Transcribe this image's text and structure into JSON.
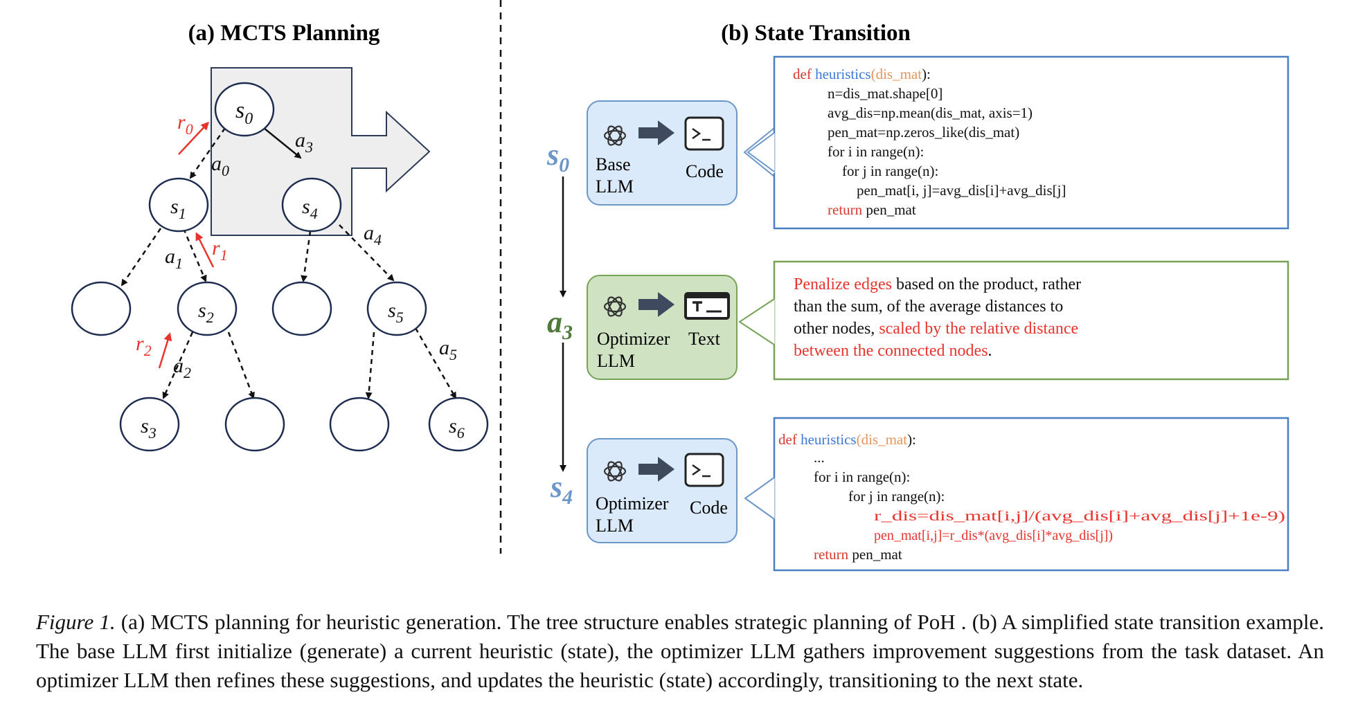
{
  "panel_a": {
    "title": "(a) MCTS Planning",
    "nodes": {
      "s0": {
        "base": "s",
        "sub": "0"
      },
      "s1": {
        "base": "s",
        "sub": "1"
      },
      "s2": {
        "base": "s",
        "sub": "2"
      },
      "s3": {
        "base": "s",
        "sub": "3"
      },
      "s4": {
        "base": "s",
        "sub": "4"
      },
      "s5": {
        "base": "s",
        "sub": "5"
      },
      "s6": {
        "base": "s",
        "sub": "6"
      }
    },
    "actions": {
      "a0": {
        "base": "a",
        "sub": "0"
      },
      "a1": {
        "base": "a",
        "sub": "1"
      },
      "a2": {
        "base": "a",
        "sub": "2"
      },
      "a3": {
        "base": "a",
        "sub": "3"
      },
      "a4": {
        "base": "a",
        "sub": "4"
      },
      "a5": {
        "base": "a",
        "sub": "5"
      }
    },
    "rewards": {
      "r0": {
        "base": "r",
        "sub": "0"
      },
      "r1": {
        "base": "r",
        "sub": "1"
      },
      "r2": {
        "base": "r",
        "sub": "2"
      }
    }
  },
  "panel_b": {
    "title": "(b) State Transition",
    "timeline": {
      "s0": {
        "base": "s",
        "sub": "0"
      },
      "a3": {
        "base": "a",
        "sub": "3"
      },
      "s4": {
        "base": "s",
        "sub": "4"
      }
    },
    "box1": {
      "llm_line1": "Base",
      "llm_line2": "LLM",
      "output": "Code"
    },
    "box2": {
      "llm_line1": "Optimizer",
      "llm_line2": "LLM",
      "output": "Text"
    },
    "box3": {
      "llm_line1": "Optimizer",
      "llm_line2": "LLM",
      "output": "Code"
    },
    "code1": {
      "def_kw": "def",
      "fn_name": "heuristics",
      "open_paren": "(",
      "param": "dis_mat",
      "close": "):",
      "lines": [
        "n=dis_mat.shape[0]",
        "avg_dis=np.mean(dis_mat, axis=1)",
        "pen_mat=np.zeros_like(dis_mat)",
        "for i in range(n):",
        "    for j in range(n):",
        "        pen_mat[i, j]=avg_dis[i]+avg_dis[j]"
      ],
      "return_kw": "return",
      "return_val": "pen_mat"
    },
    "suggestion": {
      "line1_red": "Penalize edges",
      "line1_black": " based on the product, rather",
      "line2": "than the sum, of the average distances to",
      "line3_black": "other nodes, ",
      "line3_red": "scaled by the relative distance",
      "line4_red": "between the connected nodes",
      "line4_black": "."
    },
    "code2": {
      "def_kw": "def",
      "fn_name": "heuristics",
      "open_paren": "(",
      "param": "dis_mat",
      "close": "):",
      "ellipsis": "...",
      "loop1": "for i in range(n):",
      "loop2": "for j in range(n):",
      "red1": "r_dis=dis_mat[i,j]/(avg_dis[i]+avg_dis[j]+1e-9)",
      "red2": "pen_mat[i,j]=r_dis*(avg_dis[i]*avg_dis[j])",
      "return_kw": "return",
      "return_val": "pen_mat"
    }
  },
  "caption": {
    "label": "Figure 1.",
    "text": " (a) MCTS planning for heuristic generation. The tree structure enables strategic planning of PoH . (b) A simplified state transition example. The base LLM first initialize (generate) a current heuristic (state), the optimizer LLM gathers improvement suggestions from the task dataset. An optimizer LLM then refines these suggestions, and updates the heuristic (state) accordingly, transitioning to the next state."
  },
  "colors": {
    "reward_red": "#e8342c",
    "state_blue": "#6b96c8",
    "action_green": "#4f7a3a",
    "box_blue_fill": "#dbeafb",
    "box_blue_border": "#6b96c8",
    "box_green_fill": "#cfe3c2",
    "box_green_border": "#77a357",
    "code_keyword_red": "#d83b2e",
    "code_func_blue": "#3c78d8",
    "code_param_orange": "#e8955a",
    "highlight_gray": "#eeeeee"
  }
}
